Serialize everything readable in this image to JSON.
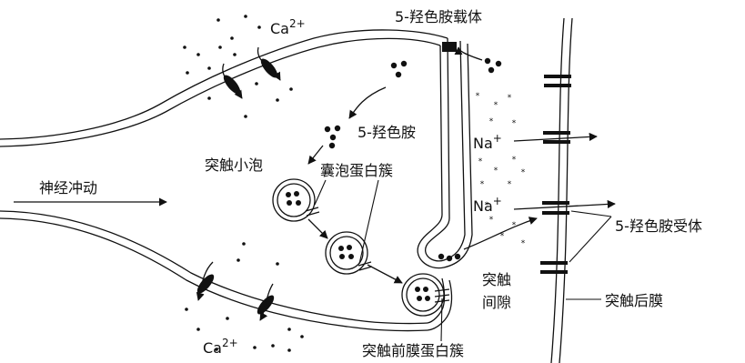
{
  "labels": {
    "ca_top": "Ca",
    "ca_top_sup": "2+",
    "ca_bottom": "Ca",
    "ca_bottom_sup": "2+",
    "transporter": "5-羟色胺载体",
    "serotonin": "5-羟色胺",
    "vesicle": "突触小泡",
    "vesicle_protein": "囊泡蛋白簇",
    "nerve_impulse": "神经冲动",
    "na_top": "Na",
    "na_top_sup": "+",
    "na_bottom": "Na",
    "na_bottom_sup": "+",
    "receptor": "5-羟色胺受体",
    "cleft_line1": "突触",
    "cleft_line2": "间隙",
    "postsynaptic": "突触后膜",
    "presynaptic_protein": "突触前膜蛋白簇"
  }
}
